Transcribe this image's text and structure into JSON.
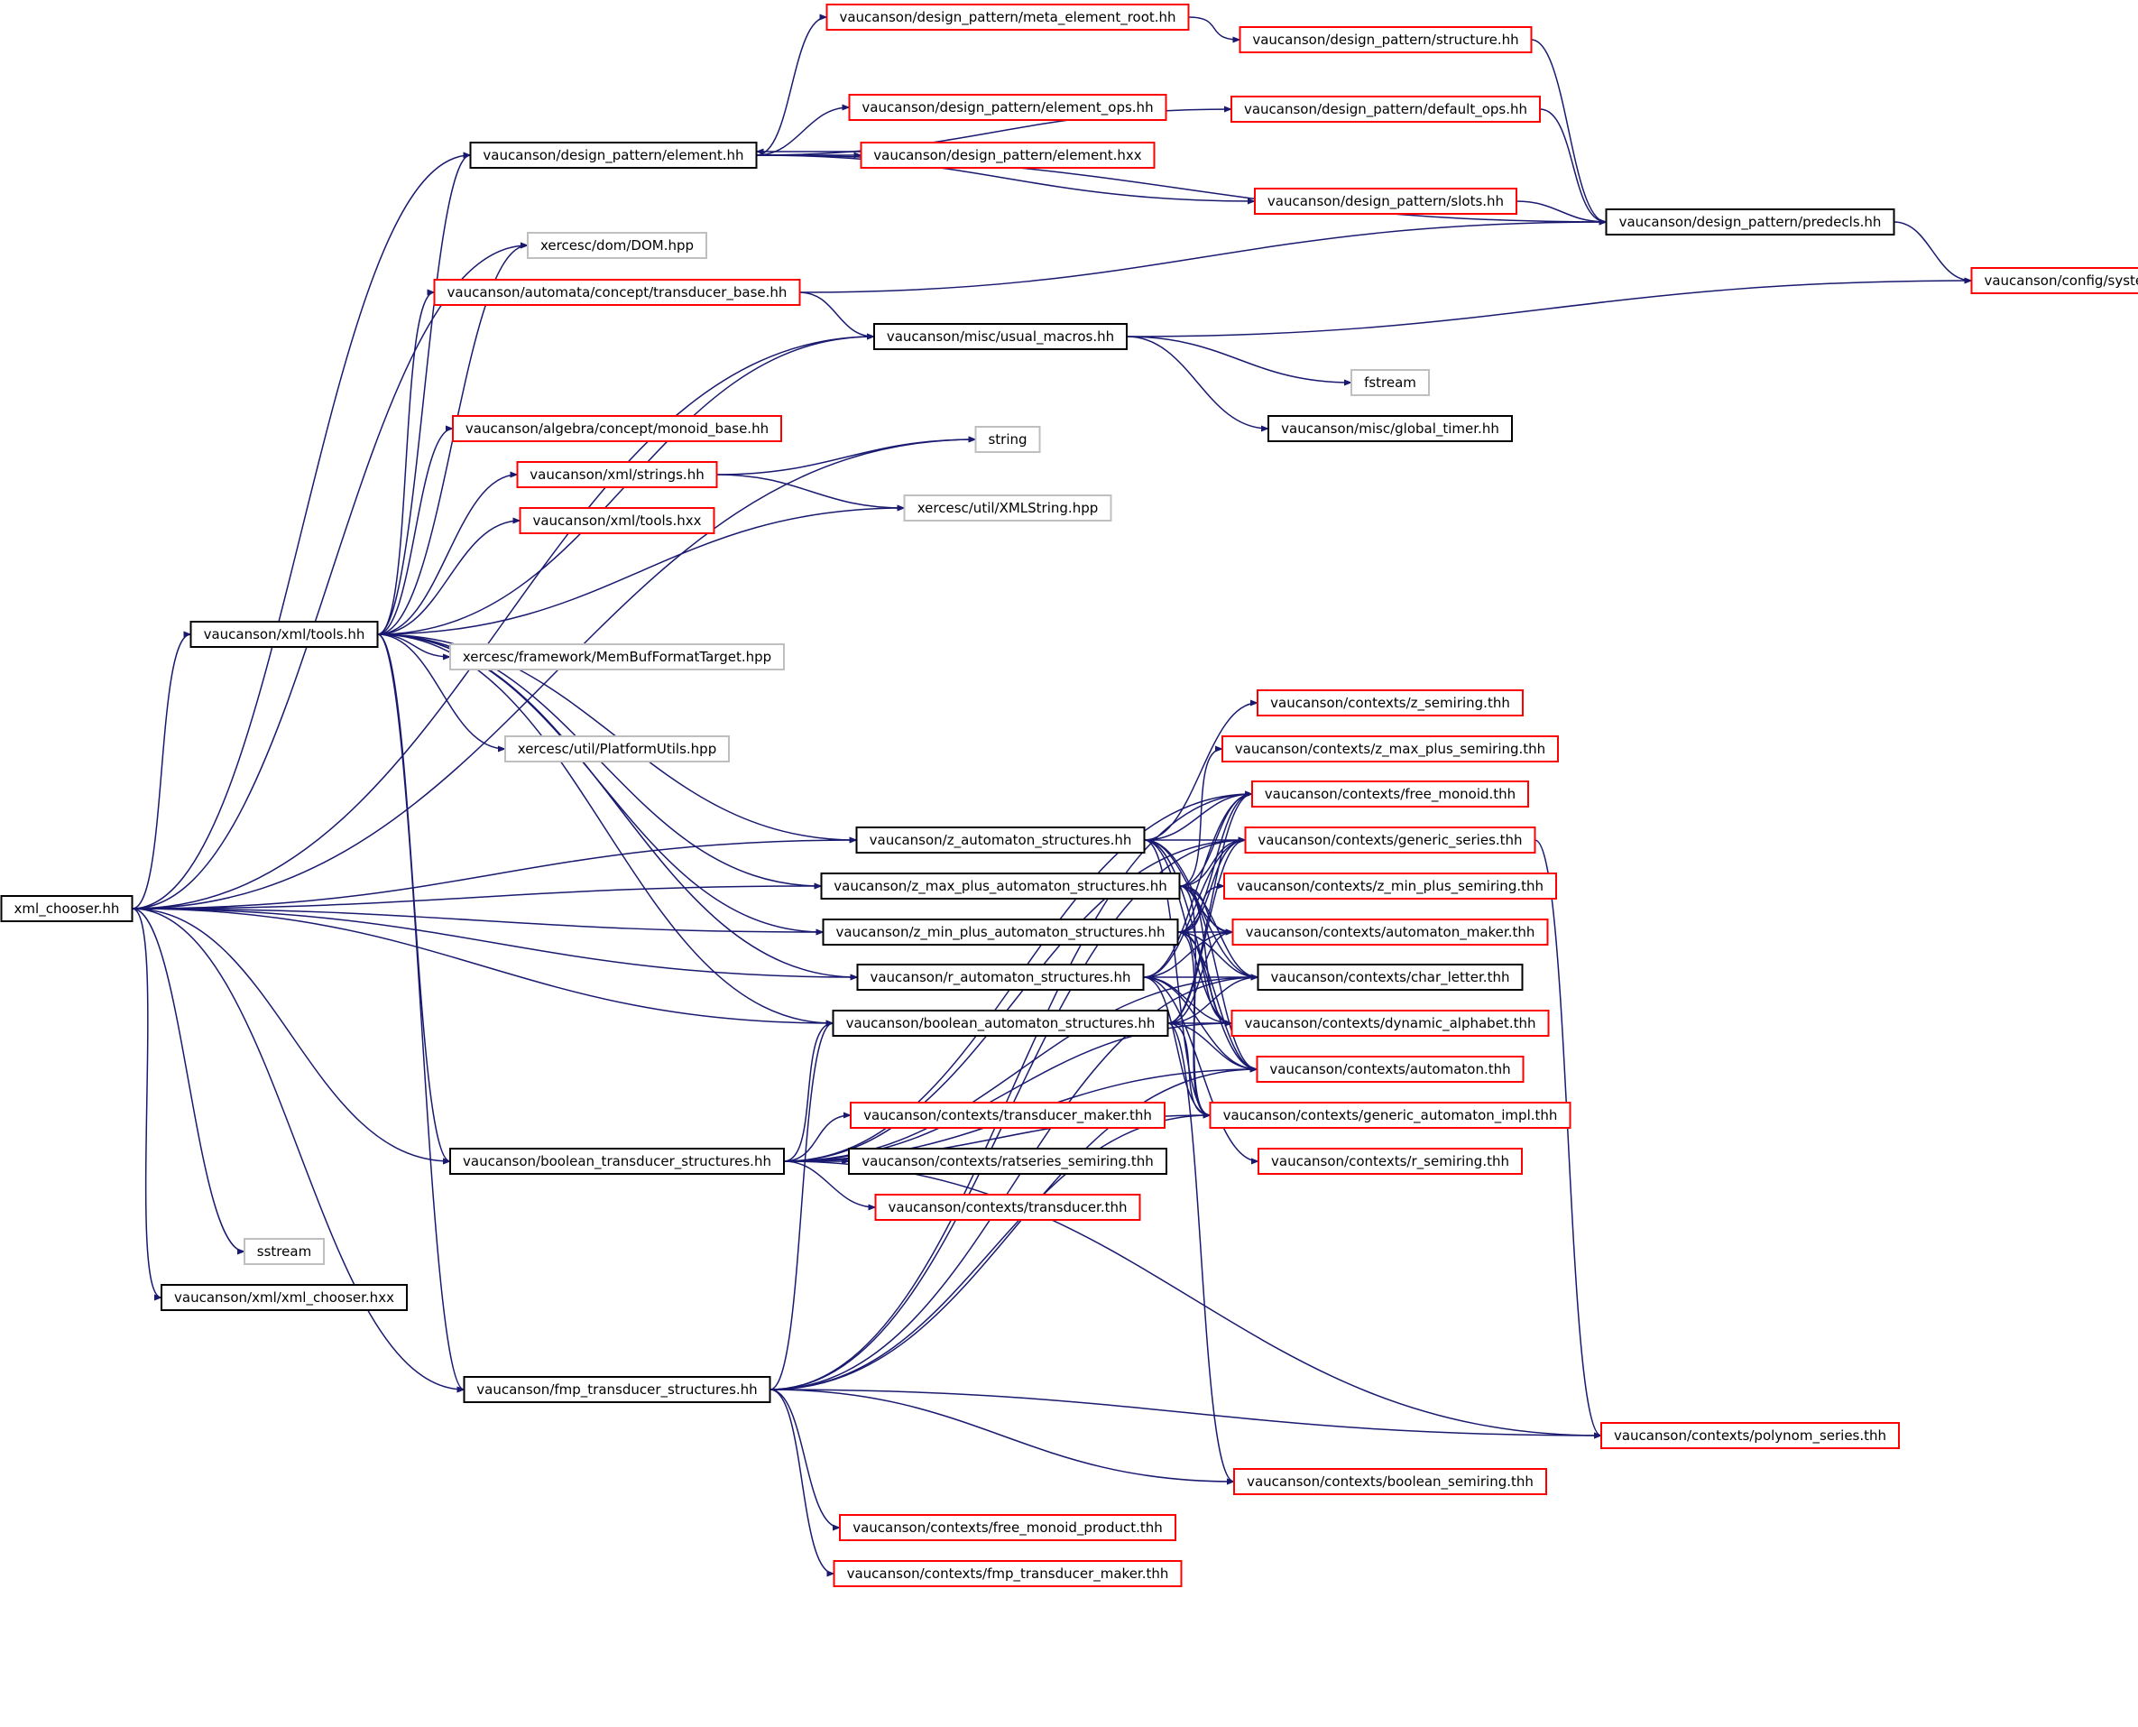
{
  "colors": {
    "edge": "#191970",
    "root_fill": "#bfbfbf",
    "border_black": "#000000",
    "border_red": "#ff0000",
    "border_gray": "#bfbfbf"
  },
  "nodes": {
    "n0": {
      "label": "xml_chooser.hh",
      "kind": "root"
    },
    "n1": {
      "label": "vaucanson/design_pattern/element.hh",
      "kind": "black"
    },
    "n2": {
      "label": "vaucanson/design_pattern/meta_element_root.hh",
      "kind": "red"
    },
    "n3": {
      "label": "vaucanson/design_pattern/structure.hh",
      "kind": "red"
    },
    "n4": {
      "label": "vaucanson/design_pattern/element_ops.hh",
      "kind": "red"
    },
    "n5": {
      "label": "vaucanson/design_pattern/default_ops.hh",
      "kind": "red"
    },
    "n6": {
      "label": "vaucanson/design_pattern/element.hxx",
      "kind": "red"
    },
    "n7": {
      "label": "vaucanson/design_pattern/slots.hh",
      "kind": "red"
    },
    "n8": {
      "label": "vaucanson/design_pattern/predecls.hh",
      "kind": "black"
    },
    "n9": {
      "label": "xercesc/dom/DOM.hpp",
      "kind": "gray"
    },
    "n10": {
      "label": "vaucanson/automata/concept/transducer_base.hh",
      "kind": "red"
    },
    "n11": {
      "label": "vaucanson/config/system.hh",
      "kind": "red"
    },
    "n12": {
      "label": "vaucanson/misc/usual_macros.hh",
      "kind": "black"
    },
    "n13": {
      "label": "fstream",
      "kind": "gray"
    },
    "n14": {
      "label": "vaucanson/misc/global_timer.hh",
      "kind": "black"
    },
    "n15": {
      "label": "vaucanson/algebra/concept/monoid_base.hh",
      "kind": "red"
    },
    "n16": {
      "label": "string",
      "kind": "gray"
    },
    "n17": {
      "label": "vaucanson/xml/strings.hh",
      "kind": "red"
    },
    "n18": {
      "label": "xercesc/util/XMLString.hpp",
      "kind": "gray"
    },
    "n19": {
      "label": "vaucanson/xml/tools.hxx",
      "kind": "red"
    },
    "n20": {
      "label": "vaucanson/xml/tools.hh",
      "kind": "black"
    },
    "n21": {
      "label": "xercesc/framework/MemBufFormatTarget.hpp",
      "kind": "gray"
    },
    "n22": {
      "label": "xercesc/util/PlatformUtils.hpp",
      "kind": "gray"
    },
    "n23": {
      "label": "vaucanson/contexts/z_semiring.thh",
      "kind": "red"
    },
    "n24": {
      "label": "vaucanson/contexts/z_max_plus_semiring.thh",
      "kind": "red"
    },
    "n25": {
      "label": "vaucanson/contexts/free_monoid.thh",
      "kind": "red"
    },
    "n26": {
      "label": "vaucanson/z_automaton_structures.hh",
      "kind": "black"
    },
    "n27": {
      "label": "vaucanson/contexts/generic_series.thh",
      "kind": "red"
    },
    "n28": {
      "label": "vaucanson/z_max_plus_automaton_structures.hh",
      "kind": "black"
    },
    "n29": {
      "label": "vaucanson/contexts/z_min_plus_semiring.thh",
      "kind": "red"
    },
    "n30": {
      "label": "vaucanson/z_min_plus_automaton_structures.hh",
      "kind": "black"
    },
    "n31": {
      "label": "vaucanson/contexts/automaton_maker.thh",
      "kind": "red"
    },
    "n32": {
      "label": "vaucanson/r_automaton_structures.hh",
      "kind": "black"
    },
    "n33": {
      "label": "vaucanson/contexts/char_letter.thh",
      "kind": "black"
    },
    "n34": {
      "label": "vaucanson/boolean_automaton_structures.hh",
      "kind": "black"
    },
    "n35": {
      "label": "vaucanson/contexts/dynamic_alphabet.thh",
      "kind": "red"
    },
    "n36": {
      "label": "vaucanson/contexts/automaton.thh",
      "kind": "red"
    },
    "n37": {
      "label": "vaucanson/contexts/transducer_maker.thh",
      "kind": "red"
    },
    "n38": {
      "label": "vaucanson/contexts/generic_automaton_impl.thh",
      "kind": "red"
    },
    "n39": {
      "label": "vaucanson/boolean_transducer_structures.hh",
      "kind": "black"
    },
    "n40": {
      "label": "vaucanson/contexts/ratseries_semiring.thh",
      "kind": "black"
    },
    "n41": {
      "label": "vaucanson/contexts/r_semiring.thh",
      "kind": "red"
    },
    "n42": {
      "label": "vaucanson/contexts/transducer.thh",
      "kind": "red"
    },
    "n43": {
      "label": "sstream",
      "kind": "gray"
    },
    "n44": {
      "label": "vaucanson/xml/xml_chooser.hxx",
      "kind": "black"
    },
    "n45": {
      "label": "vaucanson/fmp_transducer_structures.hh",
      "kind": "black"
    },
    "n46": {
      "label": "vaucanson/contexts/polynom_series.thh",
      "kind": "red"
    },
    "n47": {
      "label": "vaucanson/contexts/boolean_semiring.thh",
      "kind": "red"
    },
    "n48": {
      "label": "vaucanson/contexts/free_monoid_product.thh",
      "kind": "red"
    },
    "n49": {
      "label": "vaucanson/contexts/fmp_transducer_maker.thh",
      "kind": "red"
    }
  },
  "edges": [
    [
      "n0",
      "n1"
    ],
    [
      "n0",
      "n9"
    ],
    [
      "n0",
      "n12"
    ],
    [
      "n0",
      "n16"
    ],
    [
      "n0",
      "n20"
    ],
    [
      "n0",
      "n26"
    ],
    [
      "n0",
      "n28"
    ],
    [
      "n0",
      "n30"
    ],
    [
      "n0",
      "n32"
    ],
    [
      "n0",
      "n34"
    ],
    [
      "n0",
      "n39"
    ],
    [
      "n0",
      "n45"
    ],
    [
      "n0",
      "n43"
    ],
    [
      "n0",
      "n44"
    ],
    [
      "n1",
      "n2"
    ],
    [
      "n1",
      "n5"
    ],
    [
      "n1",
      "n4"
    ],
    [
      "n1",
      "n6"
    ],
    [
      "n1",
      "n7"
    ],
    [
      "n1",
      "n8"
    ],
    [
      "n6",
      "n1"
    ],
    [
      "n2",
      "n3"
    ],
    [
      "n3",
      "n8"
    ],
    [
      "n5",
      "n8"
    ],
    [
      "n7",
      "n8"
    ],
    [
      "n8",
      "n11"
    ],
    [
      "n10",
      "n12"
    ],
    [
      "n10",
      "n8"
    ],
    [
      "n12",
      "n11"
    ],
    [
      "n12",
      "n13"
    ],
    [
      "n12",
      "n14"
    ],
    [
      "n17",
      "n16"
    ],
    [
      "n17",
      "n18"
    ],
    [
      "n20",
      "n1"
    ],
    [
      "n20",
      "n9"
    ],
    [
      "n20",
      "n10"
    ],
    [
      "n20",
      "n12"
    ],
    [
      "n20",
      "n15"
    ],
    [
      "n20",
      "n17"
    ],
    [
      "n20",
      "n19"
    ],
    [
      "n20",
      "n18"
    ],
    [
      "n20",
      "n21"
    ],
    [
      "n20",
      "n22"
    ],
    [
      "n20",
      "n26"
    ],
    [
      "n20",
      "n28"
    ],
    [
      "n20",
      "n30"
    ],
    [
      "n20",
      "n32"
    ],
    [
      "n20",
      "n34"
    ],
    [
      "n20",
      "n39"
    ],
    [
      "n20",
      "n45"
    ],
    [
      "n26",
      "n23"
    ],
    [
      "n26",
      "n25"
    ],
    [
      "n26",
      "n27"
    ],
    [
      "n26",
      "n31"
    ],
    [
      "n26",
      "n33"
    ],
    [
      "n26",
      "n35"
    ],
    [
      "n26",
      "n36"
    ],
    [
      "n26",
      "n38"
    ],
    [
      "n28",
      "n24"
    ],
    [
      "n28",
      "n25"
    ],
    [
      "n28",
      "n27"
    ],
    [
      "n28",
      "n31"
    ],
    [
      "n28",
      "n33"
    ],
    [
      "n28",
      "n35"
    ],
    [
      "n28",
      "n36"
    ],
    [
      "n28",
      "n38"
    ],
    [
      "n30",
      "n29"
    ],
    [
      "n30",
      "n25"
    ],
    [
      "n30",
      "n27"
    ],
    [
      "n30",
      "n31"
    ],
    [
      "n30",
      "n33"
    ],
    [
      "n30",
      "n35"
    ],
    [
      "n30",
      "n36"
    ],
    [
      "n30",
      "n38"
    ],
    [
      "n32",
      "n41"
    ],
    [
      "n32",
      "n25"
    ],
    [
      "n32",
      "n27"
    ],
    [
      "n32",
      "n31"
    ],
    [
      "n32",
      "n33"
    ],
    [
      "n32",
      "n35"
    ],
    [
      "n32",
      "n36"
    ],
    [
      "n32",
      "n38"
    ],
    [
      "n34",
      "n47"
    ],
    [
      "n34",
      "n25"
    ],
    [
      "n34",
      "n27"
    ],
    [
      "n34",
      "n31"
    ],
    [
      "n34",
      "n33"
    ],
    [
      "n34",
      "n35"
    ],
    [
      "n34",
      "n36"
    ],
    [
      "n34",
      "n38"
    ],
    [
      "n27",
      "n46"
    ],
    [
      "n39",
      "n34"
    ],
    [
      "n39",
      "n37"
    ],
    [
      "n39",
      "n40"
    ],
    [
      "n39",
      "n42"
    ],
    [
      "n39",
      "n25"
    ],
    [
      "n39",
      "n27"
    ],
    [
      "n39",
      "n33"
    ],
    [
      "n39",
      "n35"
    ],
    [
      "n39",
      "n36"
    ],
    [
      "n39",
      "n38"
    ],
    [
      "n39",
      "n46"
    ],
    [
      "n45",
      "n34"
    ],
    [
      "n45",
      "n48"
    ],
    [
      "n45",
      "n49"
    ],
    [
      "n45",
      "n47"
    ],
    [
      "n45",
      "n46"
    ],
    [
      "n45",
      "n25"
    ],
    [
      "n45",
      "n33"
    ],
    [
      "n45",
      "n36"
    ],
    [
      "n45",
      "n38"
    ],
    [
      "n45",
      "n27"
    ]
  ]
}
